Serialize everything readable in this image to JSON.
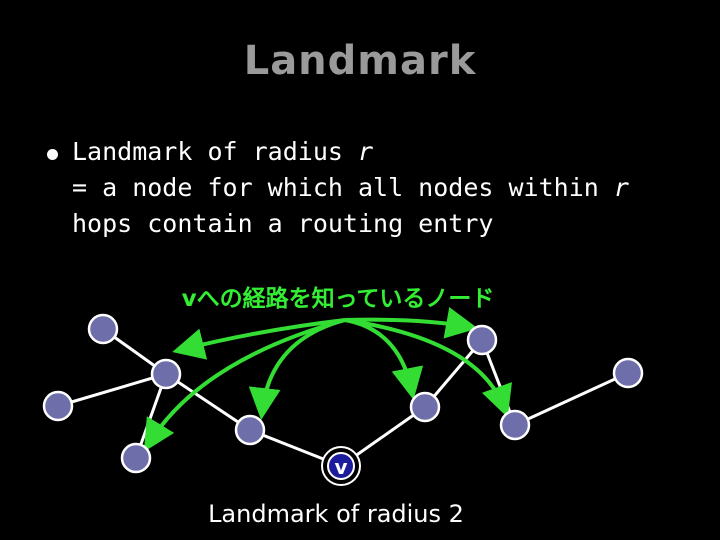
{
  "slide": {
    "title": "Landmark",
    "bullet": {
      "line1_text": "Landmark of radius ",
      "line1_var": "r",
      "line2_text": "= a node for which all nodes within ",
      "line2_var": "r",
      "line3_text": "hops contain a routing entry"
    }
  },
  "diagram": {
    "annotation": "vへの経路を知っているノード",
    "caption": "Landmark of radius 2",
    "landmark_label": "v",
    "colors": {
      "node_fill": "#6e6eaa",
      "edge": "#ffffff",
      "arrow": "#33dd33",
      "annotation": "#33ee33",
      "landmark_fill": "#1c1c9c"
    }
  }
}
